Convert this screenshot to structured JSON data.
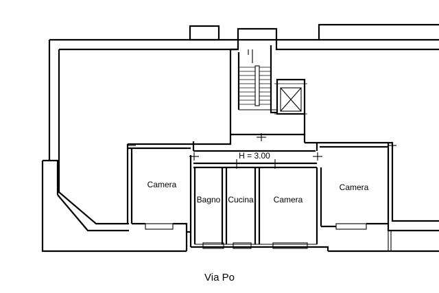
{
  "rooms": {
    "camera_left": "Camera",
    "camera_center": "Camera",
    "camera_right": "Camera",
    "bagno": "Bagno",
    "cucina": "Cucina"
  },
  "height_label": "H = 3.00",
  "street_label": "Via Po"
}
